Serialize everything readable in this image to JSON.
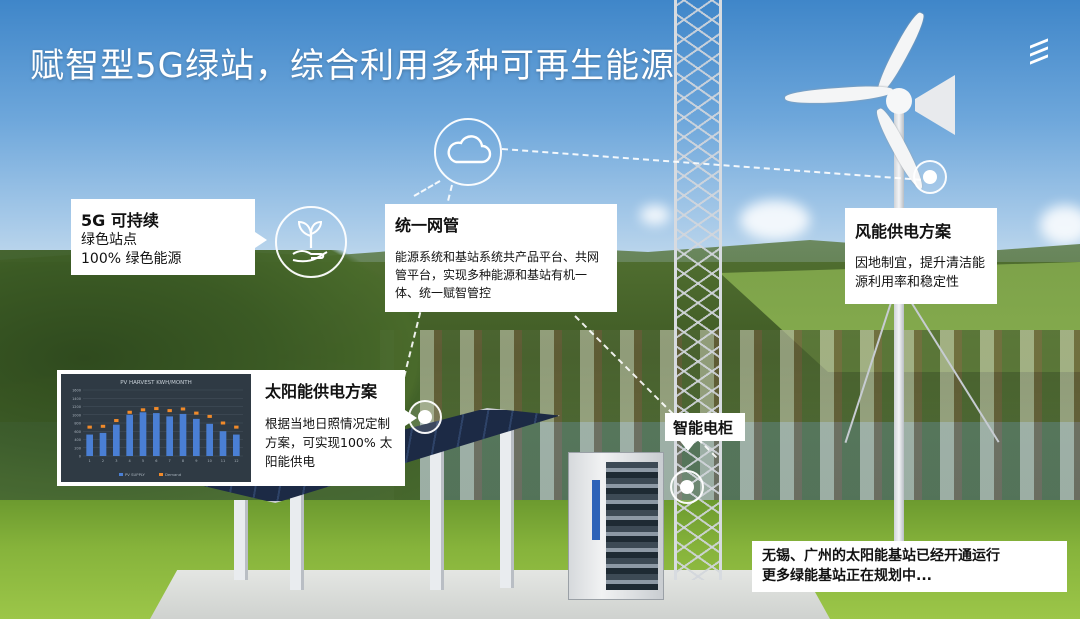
{
  "page": {
    "title": "赋智型5G绿站，综合利用多种可再生能源"
  },
  "cards": {
    "sustainable": {
      "heading": "5G 可持续",
      "line1": "绿色站点",
      "line2": "100% 绿色能源"
    },
    "network": {
      "heading": "统一网管",
      "body": "能源系统和基站系统共产品平台、共网管平台，实现多种能源和基站有机一体、统一赋智管控"
    },
    "wind": {
      "heading": "风能供电方案",
      "body": "因地制宜，提升清洁能源利用率和稳定性"
    },
    "solar": {
      "heading": "太阳能供电方案",
      "body": "根据当地日照情况定制方案，可实现100% 太阳能供电"
    },
    "cabinet": {
      "heading": "智能电柜"
    },
    "notice": {
      "line1": "无锡、广州的太阳能基站已经开通运行",
      "line2": "更多绿能基站正在规划中..."
    }
  },
  "chart_data": {
    "type": "bar",
    "title": "PV HARVEST  KWH/MONTH",
    "categories": [
      "1",
      "2",
      "3",
      "4",
      "5",
      "6",
      "7",
      "8",
      "9",
      "10",
      "11",
      "12"
    ],
    "series": [
      {
        "name": "PV SUPPLY",
        "values": [
          520,
          560,
          760,
          1000,
          1060,
          1040,
          960,
          1020,
          900,
          780,
          600,
          520
        ]
      },
      {
        "name": "Demand",
        "values": [
          700,
          720,
          860,
          1060,
          1120,
          1150,
          1100,
          1140,
          1040,
          960,
          800,
          700
        ]
      }
    ],
    "ylim": [
      0,
      1600
    ],
    "grid": true,
    "legend": "bottom"
  },
  "colors": {
    "bar": "#4a7fd4",
    "marker": "#f08a2a",
    "card": "#ffffff",
    "title_text": "#ffffff"
  },
  "icons": {
    "cloud": "cloud-icon",
    "plant": "plant-in-hand-icon",
    "brand": "ericsson-logo-icon"
  }
}
